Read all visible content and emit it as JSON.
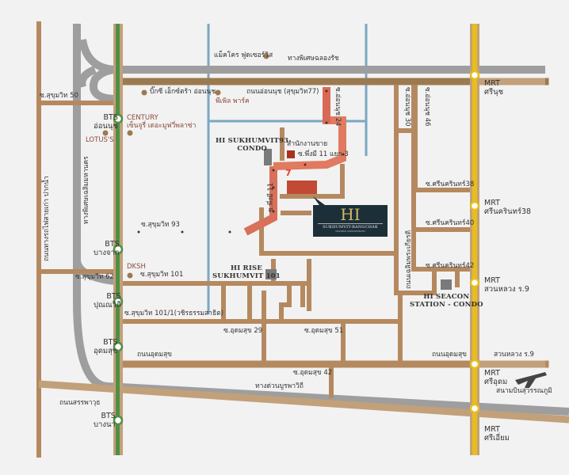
{
  "colors": {
    "background": "#f2f2f2",
    "road_brown": "#b5895f",
    "road_light": "#c2a07a",
    "expressway_grey": "#9e9e9e",
    "canal_blue": "#7ba7c2",
    "bts_green": "#4f8f45",
    "mrt_yellow": "#e8be1c",
    "route_red": "#c7584a",
    "condo_grey": "#7a7a7a",
    "poi_dot": "#9c7a4f",
    "project_box": "#1c2f38",
    "project_gold": "#d6b765"
  },
  "project": {
    "logo": "HI",
    "name": "SUKHUMVIT-BANGCHAK",
    "tagline": "MODERN CONDOMINIUM"
  },
  "bts_stations": [
    {
      "line": "BTS",
      "name": "อ่อนนุช"
    },
    {
      "line": "BTS",
      "name": "บางจาก"
    },
    {
      "line": "BTS",
      "name": "ปุณณวิถี"
    },
    {
      "line": "BTS",
      "name": "อุดมสุข"
    },
    {
      "line": "BTS",
      "name": "บางนา"
    }
  ],
  "mrt_stations": [
    {
      "line": "MRT",
      "name": "ศรีนุช"
    },
    {
      "line": "MRT",
      "name": "ศรีนครินทร์38"
    },
    {
      "line": "MRT",
      "name": "สวนหลวง ร.9"
    },
    {
      "line": "MRT",
      "name": "ศรีอุดม"
    },
    {
      "line": "MRT",
      "name": "ศรีเอี่ยม"
    }
  ],
  "pois": {
    "macro": "แม็คโคร ฟูดเซอร์วิส",
    "bigc": "บิ๊กซี เอ็กซ์ตร้า อ่อนนุช",
    "people_park": "พีเพิล พาร์ค",
    "century_en": "CENTURY",
    "century_th": "เซ็นจูรี่ เดอะมูฟวี่พลาซ่า",
    "lotus": "LOTUS'S",
    "dksh": "DKSH",
    "sales_office": "สำนักงานขาย",
    "seven_eleven": "7"
  },
  "condos": {
    "hi_sukhumvit93": [
      "HI SUKHUMVIT93",
      "CONDO"
    ],
    "hi_rise": [
      "HI RISE",
      "SUKHUMVIT 101"
    ],
    "hi_seacon": [
      "HI SEACON",
      "STATION - CONDO"
    ]
  },
  "roads": {
    "expressway_chalong_rat": "ทางพิเศษฉลองรัช",
    "on_nut_road": "ถนนอ่อนนุช (สุขุมวิท77)",
    "soi_sukhumvit50": "ซ.สุขุมวิท 50",
    "soi_on_nut24": "ซ.อ่อนนุช 24",
    "soi_on_nut30": "ซ.อ่อนนุช 30",
    "soi_on_nut46": "ซ.อ่อนนุช 46",
    "soi_phueng_mi11_3": "ซ.พึ่งมี 11 แยก 3",
    "soi_phueng_mi11": "ซ.พึ่งมี 11",
    "soi_sukhumvit93": "ซ.สุขุมวิท 93",
    "soi_srinakarin38": "ซ.ศรีนครินทร์38",
    "soi_srinakarin40": "ซ.ศรีนครินทร์40",
    "soi_srinakarin42": "ซ.ศรีนครินทร์42",
    "chalerm_phrakiat": "ถนนเฉลิมพระเกียรติ",
    "rail_road": "ถนนทางรถไฟสายเก่า ปากน้ำ",
    "expressway_chaloem_maha_nakhon": "ทางพิเศษเฉลิมมหานคร",
    "soi_sukhumvit62": "ซ.สุขุมวิท 62",
    "soi_sukhumvit101": "ซ.สุขุมวิท 101",
    "soi_sukhumvit101_1": "ซ.สุขุมวิท 101/1(วชิรธรรมสาธิต)",
    "soi_udomsuk29": "ซ.อุดมสุข 29",
    "soi_udomsuk51": "ซ.อุดมสุข 51",
    "soi_udomsuk42": "ซ.อุดมสุข 42",
    "udomsuk_road": "ถนนอุดมสุข",
    "suan_luang_r9": "สวนหลวง ร.9",
    "burapha_withi": "ทางด่วนบูรพาวิถี",
    "sanphawut": "ถนนสรรพาวุธ",
    "airport": "สนามบินสุวรรณภูมิ"
  }
}
